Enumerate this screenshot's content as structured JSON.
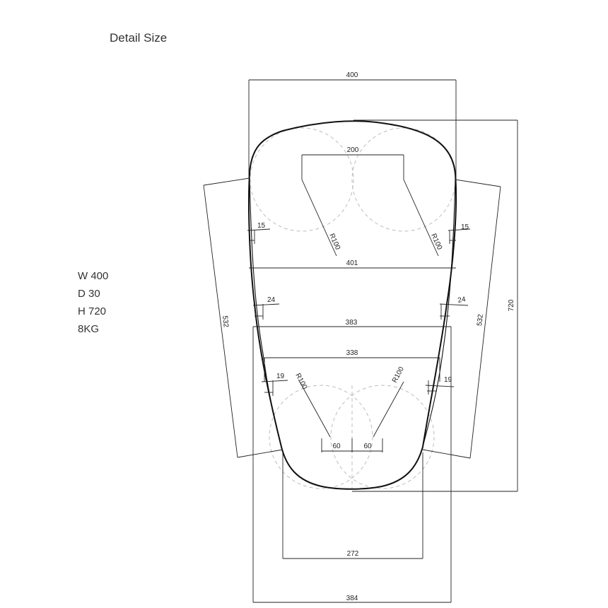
{
  "title": "Detail Size",
  "specs": [
    "W 400",
    "D 30",
    "H 720",
    "8KG"
  ],
  "dimensions": {
    "top_width": "400",
    "center_distance": "200",
    "radius_top_left": "R100",
    "radius_top_right": "R100",
    "edge_top_left": "15",
    "edge_top_right": "15",
    "mid_width_1": "401",
    "edge_mid_left": "24",
    "edge_mid_right": "24",
    "mid_width_2": "383",
    "lower_width": "338",
    "edge_low_left": "19",
    "edge_low_right": "19",
    "radius_bottom_left": "R100",
    "radius_bottom_right": "R100",
    "offset_left": "60",
    "offset_right": "60",
    "bottom_width": "272",
    "base_width": "384",
    "side_left": "532",
    "side_right": "532",
    "total_height": "720"
  }
}
